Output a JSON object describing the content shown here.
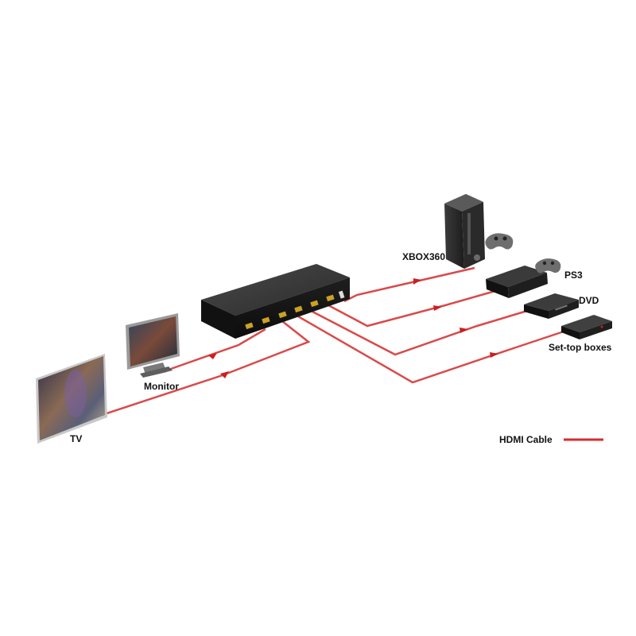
{
  "labels": {
    "xbox": "XBOX360",
    "ps3": "PS3",
    "dvd": "DVD",
    "settop": "Set-top boxes",
    "monitor": "Monitor",
    "tv": "TV"
  },
  "legend": {
    "cable_label": "HDMI Cable",
    "cable_color": "#d62b2b"
  },
  "colors": {
    "cable": "#d94a4a",
    "cable_arrow": "#c92020",
    "device_body": "#1a1a1a",
    "connector": "#c9a227"
  },
  "icons": {
    "switch": "hdmi-switch-icon",
    "xbox": "xbox-console-icon",
    "ps3": "ps3-console-icon",
    "dvd": "dvd-player-icon",
    "settop": "set-top-box-icon",
    "monitor": "monitor-icon",
    "tv": "tv-icon",
    "gamepad": "gamepad-icon"
  }
}
